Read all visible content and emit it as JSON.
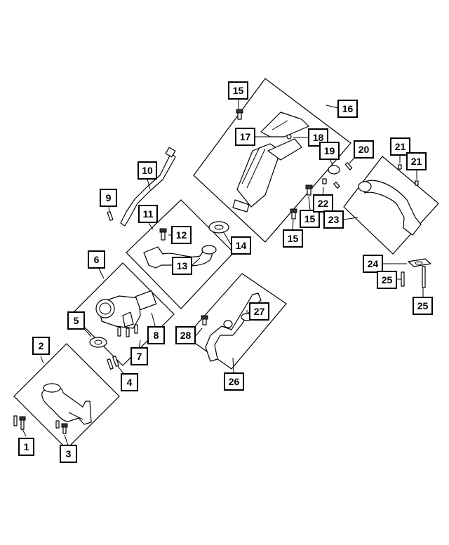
{
  "diagram": {
    "callouts": [
      {
        "id": "c1",
        "label": "1"
      },
      {
        "id": "c2",
        "label": "2"
      },
      {
        "id": "c3",
        "label": "3"
      },
      {
        "id": "c4",
        "label": "4"
      },
      {
        "id": "c5",
        "label": "5"
      },
      {
        "id": "c6",
        "label": "6"
      },
      {
        "id": "c7",
        "label": "7"
      },
      {
        "id": "c8",
        "label": "8"
      },
      {
        "id": "c9",
        "label": "9"
      },
      {
        "id": "c10",
        "label": "10"
      },
      {
        "id": "c11",
        "label": "11"
      },
      {
        "id": "c12",
        "label": "12"
      },
      {
        "id": "c13",
        "label": "13"
      },
      {
        "id": "c14",
        "label": "14"
      },
      {
        "id": "c15a",
        "label": "15"
      },
      {
        "id": "c15b",
        "label": "15"
      },
      {
        "id": "c15c",
        "label": "15"
      },
      {
        "id": "c16",
        "label": "16"
      },
      {
        "id": "c17",
        "label": "17"
      },
      {
        "id": "c18",
        "label": "18"
      },
      {
        "id": "c19",
        "label": "19"
      },
      {
        "id": "c20",
        "label": "20"
      },
      {
        "id": "c21a",
        "label": "21"
      },
      {
        "id": "c21b",
        "label": "21"
      },
      {
        "id": "c22",
        "label": "22"
      },
      {
        "id": "c23",
        "label": "23"
      },
      {
        "id": "c24",
        "label": "24"
      },
      {
        "id": "c25a",
        "label": "25"
      },
      {
        "id": "c25b",
        "label": "25"
      },
      {
        "id": "c26",
        "label": "26"
      },
      {
        "id": "c27",
        "label": "27"
      },
      {
        "id": "c28",
        "label": "28"
      }
    ]
  }
}
